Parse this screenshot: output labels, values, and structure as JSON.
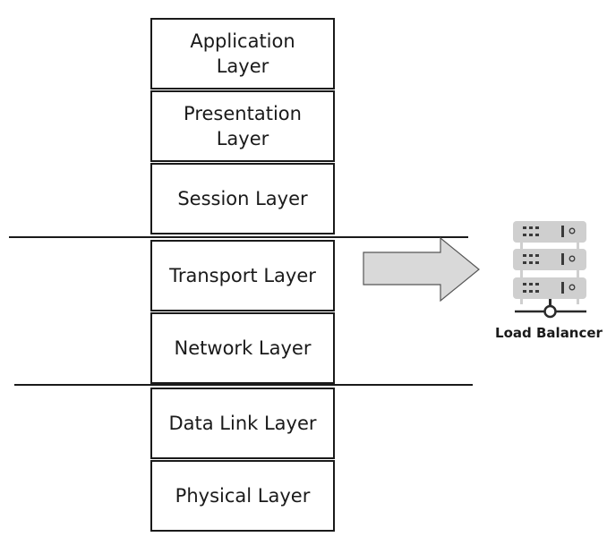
{
  "layers": [
    {
      "label": "Application Layer"
    },
    {
      "label": "Presentation Layer"
    },
    {
      "label": "Session Layer"
    },
    {
      "label": "Transport Layer"
    },
    {
      "label": "Network Layer"
    },
    {
      "label": "Data Link Layer"
    },
    {
      "label": "Physical Layer"
    }
  ],
  "arrow": {
    "fill": "#d9d9d9",
    "stroke": "#555555"
  },
  "load_balancer": {
    "label": "Load Balancer",
    "icon": "server-rack-icon",
    "icon_color": "#cfcfcf",
    "connector_color": "#2a2a2a"
  }
}
